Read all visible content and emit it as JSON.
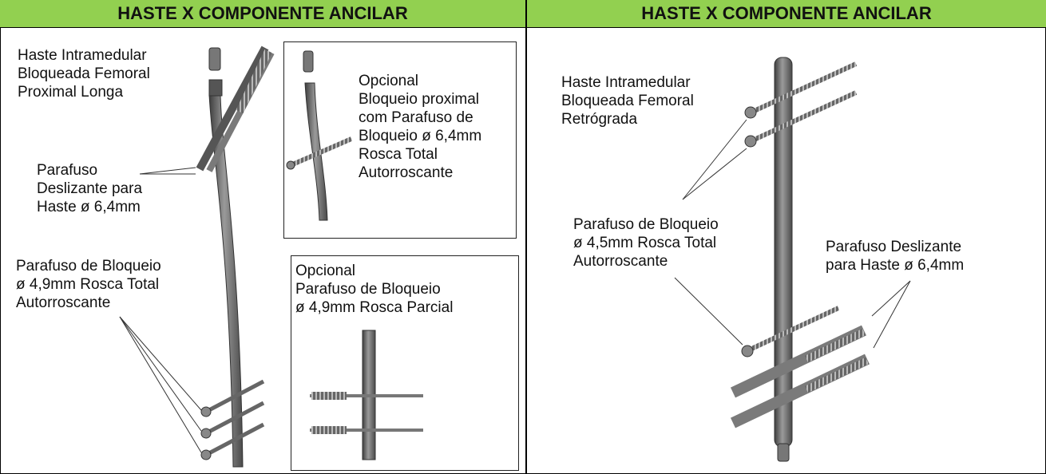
{
  "left": {
    "header": "HASTE X COMPONENTE ANCILAR",
    "labels": {
      "nail": "Haste Intramedular\nBloqueada Femoral\nProximal Longa",
      "sliding_screw": "Parafuso\nDeslizante para\nHaste ø 6,4mm",
      "locking_screw": "Parafuso de Bloqueio\nø 4,9mm Rosca Total\nAutorroscante"
    },
    "inset_top": "Opcional\nBloqueio proximal\ncom Parafuso de\nBloqueio ø 6,4mm\nRosca Total\nAutorroscante",
    "inset_bottom": "Opcional\nParafuso de Bloqueio\nø 4,9mm Rosca Parcial"
  },
  "right": {
    "header": "HASTE X COMPONENTE ANCILAR",
    "labels": {
      "nail": "Haste Intramedular\nBloqueada Femoral\nRetrógrada",
      "locking_screw": "Parafuso de Bloqueio\nø 4,5mm Rosca Total\nAutorroscante",
      "sliding_screw": "Parafuso Deslizante\npara Haste ø 6,4mm"
    }
  },
  "colors": {
    "header_bg": "#92d050",
    "metal": "#6e6e6e"
  }
}
